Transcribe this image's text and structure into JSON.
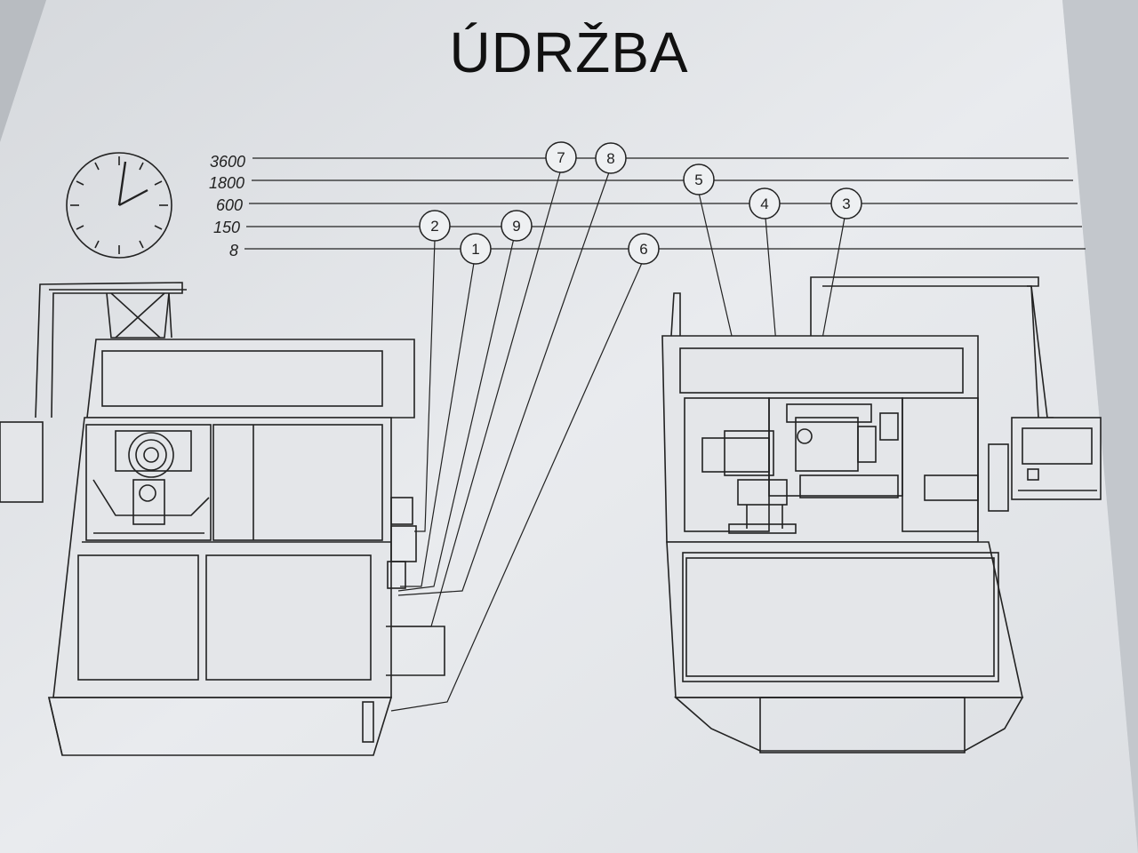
{
  "title": "ÚDRŽBA",
  "interval_levels": [
    "3600",
    "1800",
    "600",
    "150",
    "8"
  ],
  "markers": [
    {
      "id": "marker-1",
      "label": "1",
      "level": "8"
    },
    {
      "id": "marker-2",
      "label": "2",
      "level": "150"
    },
    {
      "id": "marker-3",
      "label": "3",
      "level": "600"
    },
    {
      "id": "marker-4",
      "label": "4",
      "level": "600"
    },
    {
      "id": "marker-5",
      "label": "5",
      "level": "1800"
    },
    {
      "id": "marker-6",
      "label": "6",
      "level": "8"
    },
    {
      "id": "marker-7",
      "label": "7",
      "level": "3600"
    },
    {
      "id": "marker-8",
      "label": "8",
      "level": "3600"
    },
    {
      "id": "marker-9",
      "label": "9",
      "level": "150"
    }
  ],
  "colors": {
    "board": "#cfd3d8",
    "panel": "#f2f3f5",
    "ink": "#222222"
  },
  "icons": {
    "clock": "clock-icon"
  }
}
